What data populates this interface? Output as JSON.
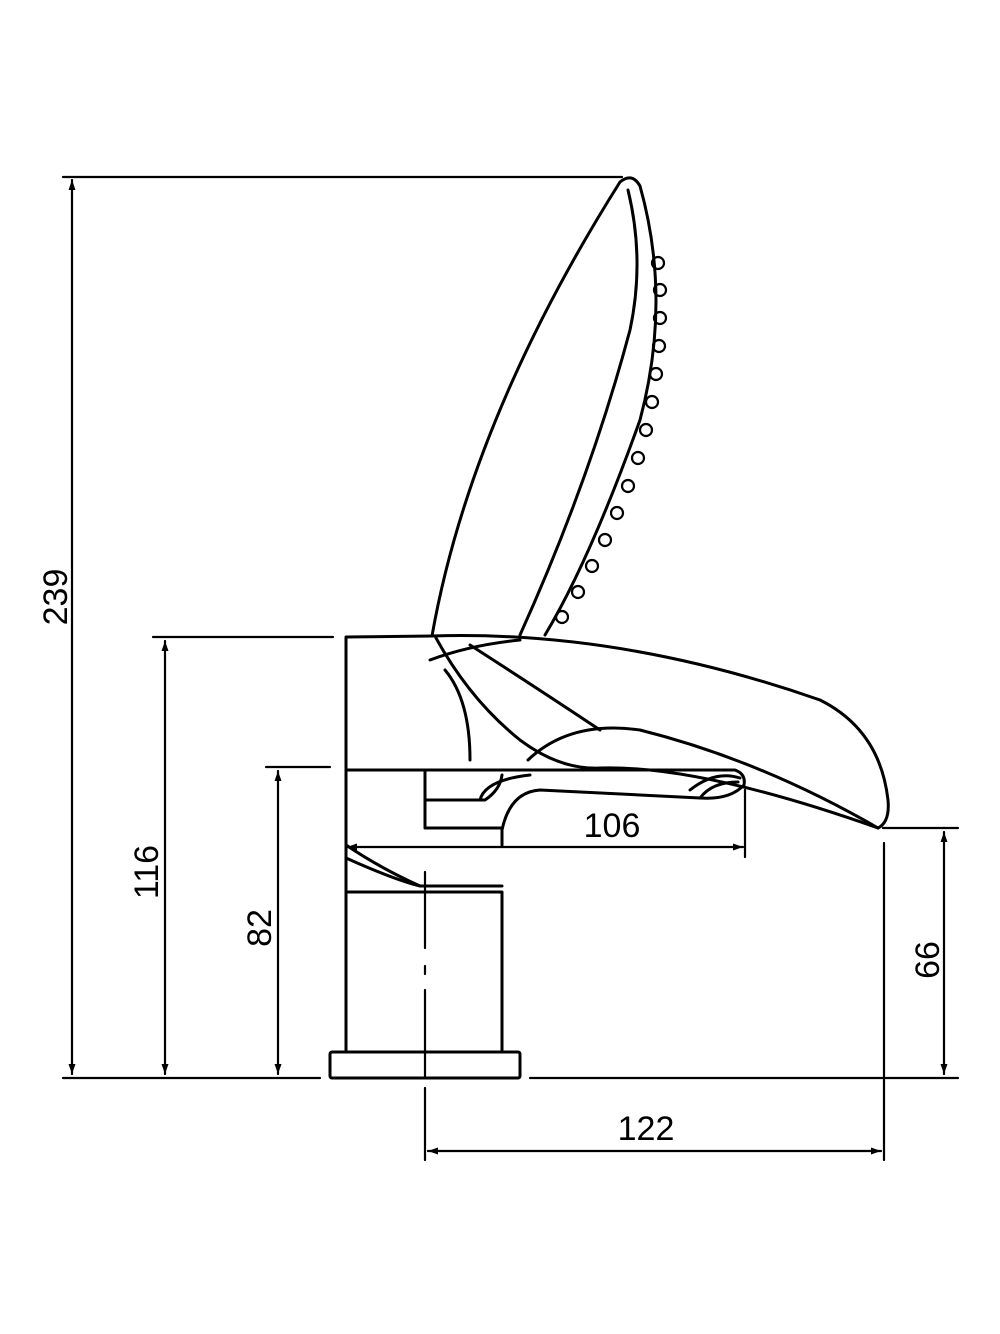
{
  "colors": {
    "line": "#000000",
    "background": "#ffffff"
  },
  "dimensions": {
    "overall_height": "239",
    "body_height": "116",
    "spout_height": "82",
    "outlet_height": "66",
    "spout_reach": "106",
    "handset_reach": "122"
  }
}
